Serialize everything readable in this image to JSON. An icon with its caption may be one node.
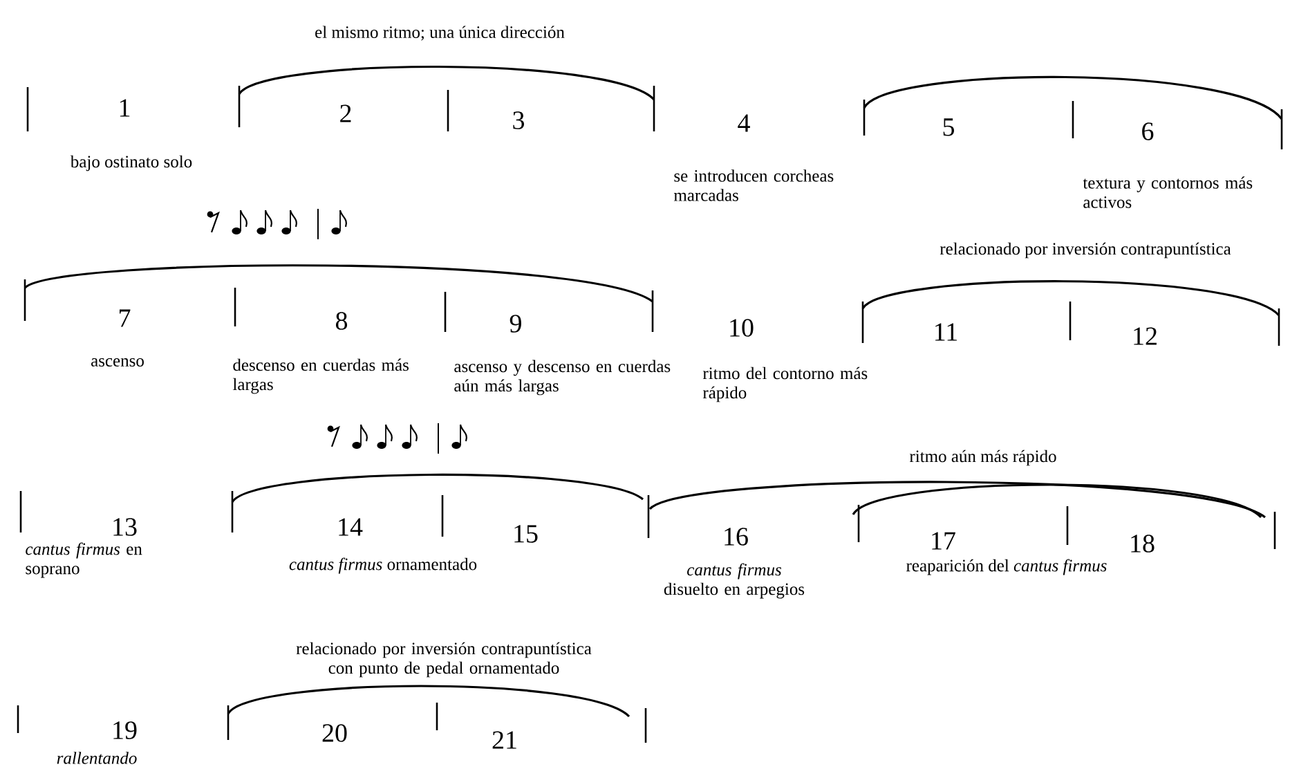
{
  "diagram": {
    "labels": [
      "el mismo ritmo; una única dirección",
      "1",
      "2",
      "3",
      "4",
      "5",
      "6",
      "bajo ostinato solo",
      "se introducen corcheas marcadas",
      "textura y contornos más activos",
      "relacionado por inversión contrapuntística",
      "7",
      "8",
      "9",
      "10",
      "11",
      "12",
      "ascenso",
      "descenso en cuerdas más largas",
      "ascenso y descenso en cuerdas aún más largas",
      "ritmo del contorno más rápido",
      "ritmo aún más rápido",
      "13",
      "14",
      "15",
      "16",
      "17",
      "18",
      "*cantus firmus* en soprano",
      "*cantus firmus* ornamentado",
      "*cantus firmus* disuelto en arpegios",
      "reaparición del *cantus firmus*",
      "relacionado por inversión contrapuntística con punto de pedal ornamentado",
      "19",
      "20",
      "21",
      "rallentando"
    ]
  }
}
